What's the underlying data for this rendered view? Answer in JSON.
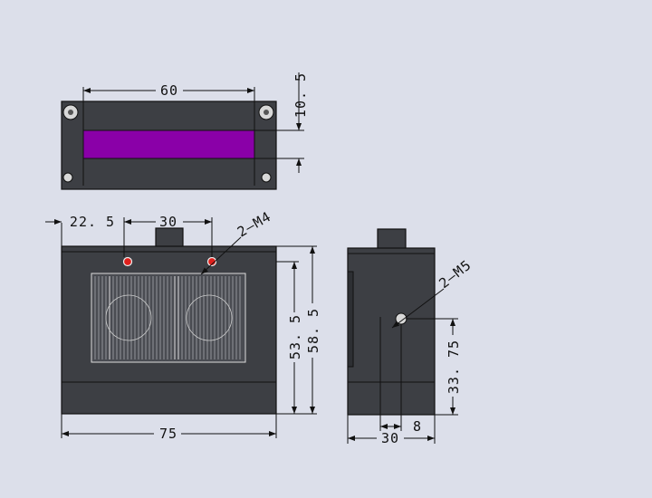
{
  "top_view": {
    "width_dim": "60",
    "height_dim": "10. 5",
    "display_color": "#8a00a8"
  },
  "front_view": {
    "offset_dim": "22. 5",
    "spacing_dim": "30",
    "hole_callout": "2—M4",
    "height_inner_dim": "53. 5",
    "height_outer_dim": "58. 5",
    "width_dim": "75"
  },
  "side_view": {
    "hole_callout": "2—M5",
    "hole_height_dim": "33. 75",
    "hole_offset_dim": "8",
    "width_dim": "30"
  },
  "colors": {
    "background": "#dcdfea",
    "housing": "#3d3f44",
    "display": "#8a00a8",
    "hole_marker": "#e0201c"
  }
}
